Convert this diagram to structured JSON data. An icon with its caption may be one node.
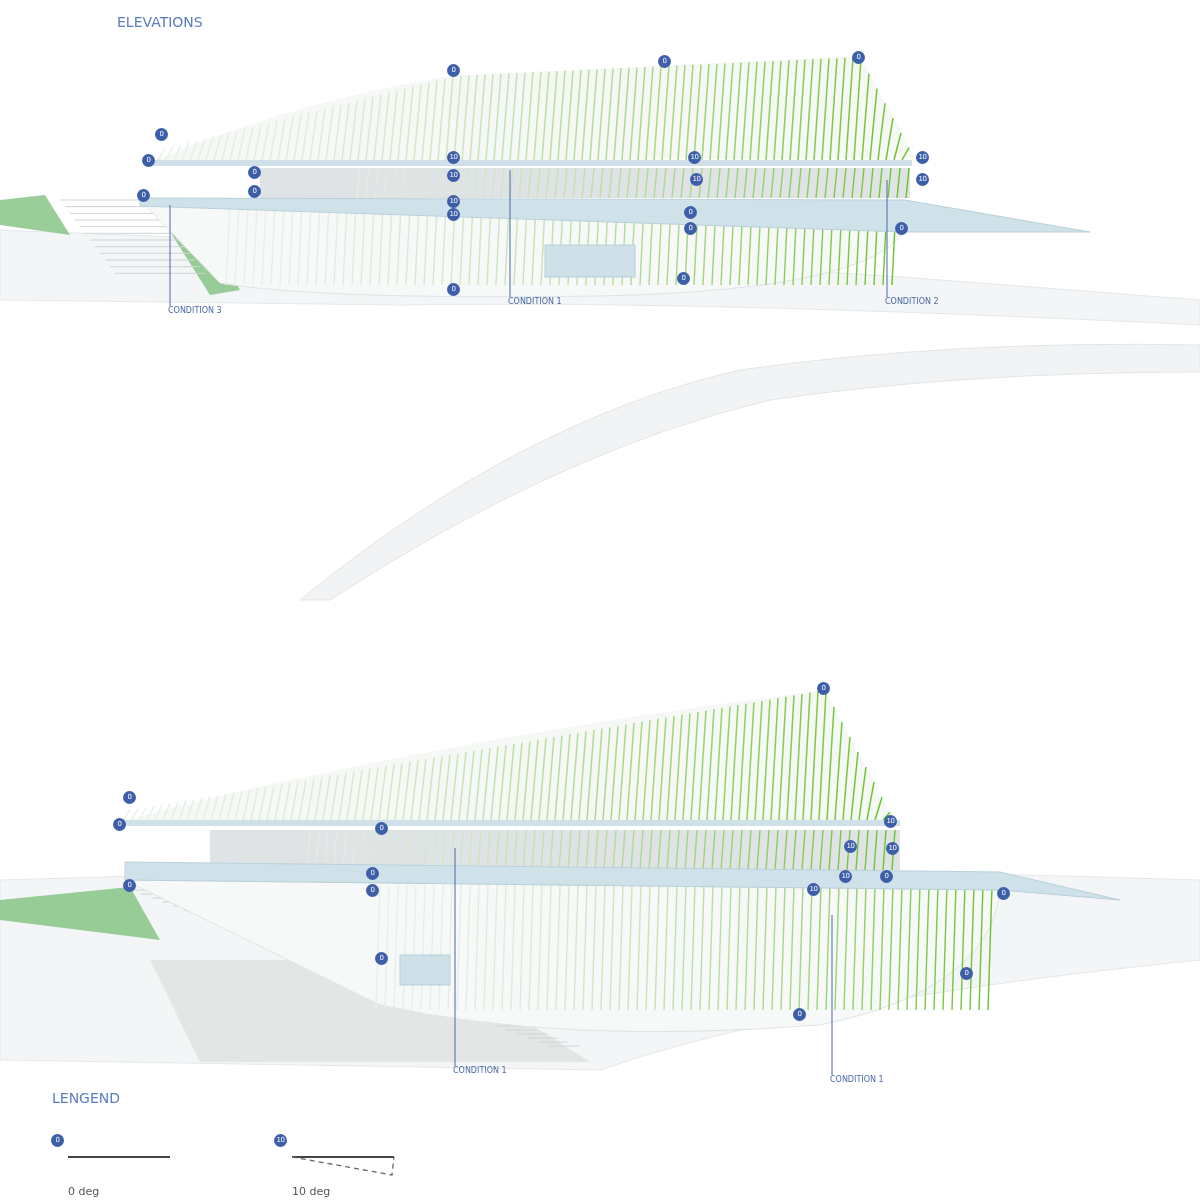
{
  "diagram": {
    "title": "ELEVATIONS",
    "nodes": [
      {
        "text": [
          "CONDITION 3"
        ]
      },
      {
        "text": [
          "CONDITION 1"
        ]
      },
      {
        "text": [
          "CONDITION 2"
        ]
      },
      {
        "text": [
          "CONDITION 1"
        ]
      },
      {
        "text": [
          "CONDITION 1"
        ]
      }
    ],
    "edges": [
      {
        "from": 0,
        "to": null,
        "arrow": "none"
      },
      {
        "from": 1,
        "to": null,
        "arrow": "none"
      },
      {
        "from": 2,
        "to": null,
        "arrow": "none"
      },
      {
        "from": 3,
        "to": null,
        "arrow": "none"
      },
      {
        "from": 4,
        "to": null,
        "arrow": "none"
      }
    ],
    "labels": [
      "0",
      "0",
      "0",
      "0",
      "0",
      "10",
      "10",
      "10",
      "0",
      "10",
      "10",
      "10",
      "0",
      "0",
      "10",
      "10",
      "0",
      "0",
      "0",
      "0",
      "0",
      "0",
      "0",
      "0",
      "0",
      "10",
      "10",
      "10",
      "0",
      "0",
      "10",
      "0",
      "0",
      "10",
      "0",
      "0",
      "0",
      "0",
      "LENGEND",
      "0",
      "10"
    ],
    "legend": [
      {
        "text": "0 deg"
      },
      {
        "text": "10 deg"
      }
    ]
  }
}
